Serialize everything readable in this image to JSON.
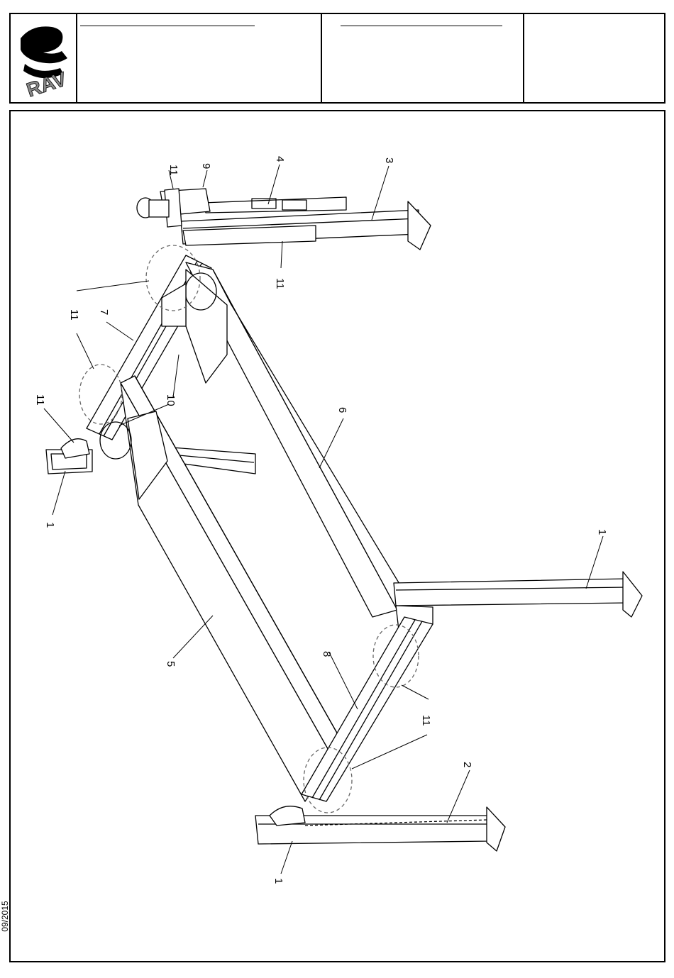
{
  "header": {
    "logo_text": "RAV"
  },
  "date_stamp": "09/2015",
  "callouts": [
    {
      "id": "c11a",
      "label": "11"
    },
    {
      "id": "c9",
      "label": "9"
    },
    {
      "id": "c4",
      "label": "4"
    },
    {
      "id": "c3",
      "label": "3"
    },
    {
      "id": "c11b",
      "label": "11"
    },
    {
      "id": "c11c",
      "label": "11"
    },
    {
      "id": "c7",
      "label": "7"
    },
    {
      "id": "c11d",
      "label": "11"
    },
    {
      "id": "c10",
      "label": "10"
    },
    {
      "id": "c6",
      "label": "6"
    },
    {
      "id": "c1a",
      "label": "1"
    },
    {
      "id": "c1b",
      "label": "1"
    },
    {
      "id": "c5",
      "label": "5"
    },
    {
      "id": "c8",
      "label": "8"
    },
    {
      "id": "c11e",
      "label": "11"
    },
    {
      "id": "c2",
      "label": "2"
    },
    {
      "id": "c1c",
      "label": "1"
    }
  ]
}
